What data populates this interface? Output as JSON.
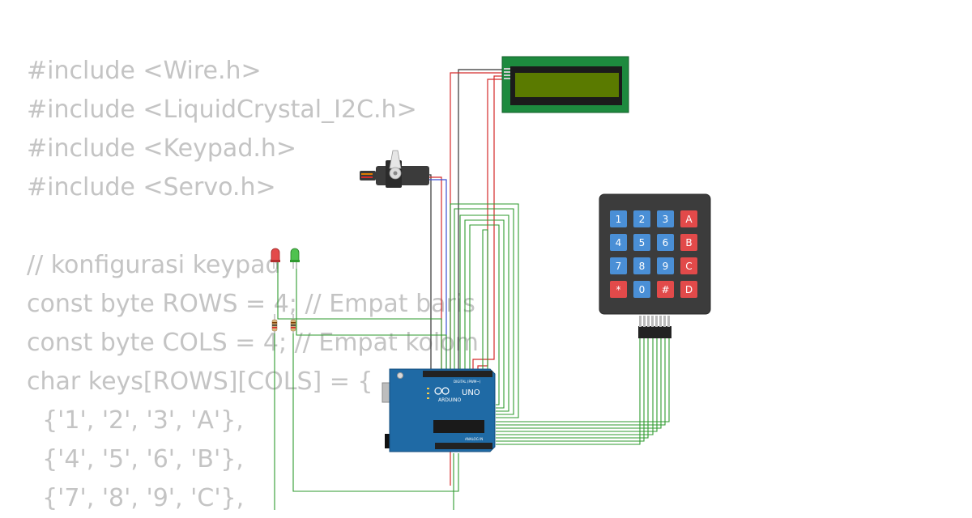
{
  "code": {
    "lines": [
      "#include <Wire.h>",
      "#include <LiquidCrystal_I2C.h>",
      "#include <Keypad.h>",
      "#include <Servo.h>",
      "",
      "// konfigurasi keypad",
      "const byte ROWS = 4; // Empat baris",
      "const byte COLS = 4; // Empat kolom",
      "char keys[ROWS][COLS] = {",
      "  {'1', '2', '3', 'A'},",
      "  {'4', '5', '6', 'B'},",
      "  {'7', '8', '9', 'C'},"
    ]
  },
  "keypad": {
    "rows": [
      [
        "1",
        "2",
        "3",
        "A"
      ],
      [
        "4",
        "5",
        "6",
        "B"
      ],
      [
        "7",
        "8",
        "9",
        "C"
      ],
      [
        "*",
        "0",
        "#",
        "D"
      ]
    ],
    "digit_color": "#4a8fd6",
    "letter_color": "#e24a4a"
  },
  "arduino": {
    "logo": "ARDUINO",
    "model": "UNO",
    "header_label": "DIGITAL (PWM~)",
    "analog_label": "ANALOG IN"
  },
  "colors": {
    "wire_green": "#2e9a2e",
    "wire_red": "#d42a2a",
    "wire_black": "#333333",
    "lcd_border": "#1d8a3e",
    "lcd_screen": "#5a7a00",
    "board": "#1f6aa5"
  }
}
